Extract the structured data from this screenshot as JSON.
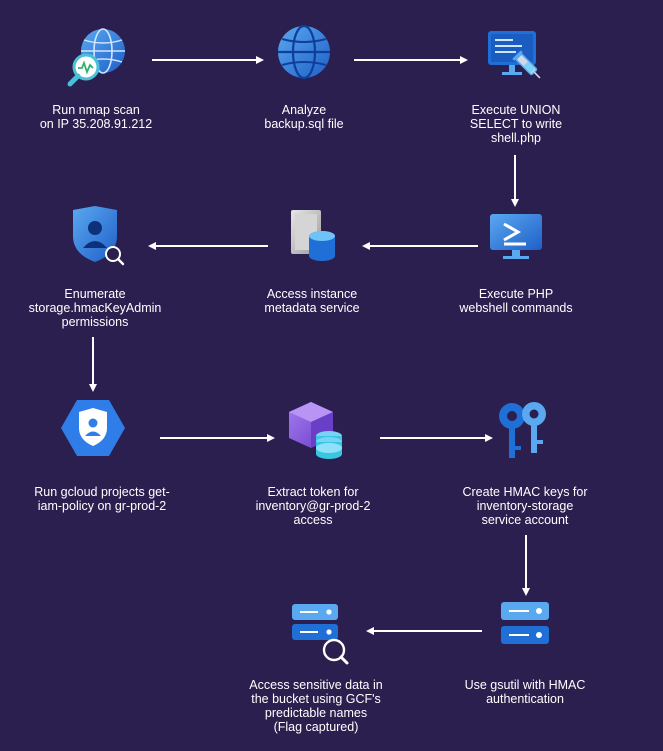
{
  "steps": [
    {
      "id": "s1",
      "label": "Run nmap scan\non IP 35.208.91.212",
      "icon": "globe-magnifier-icon"
    },
    {
      "id": "s2",
      "label": "Analyze\nbackup.sql file",
      "icon": "globe-icon"
    },
    {
      "id": "s3",
      "label": "Execute UNION\nSELECT to write\nshell.php",
      "icon": "monitor-syringe-icon"
    },
    {
      "id": "s4",
      "label": "Execute PHP\nwebshell commands",
      "icon": "terminal-monitor-icon"
    },
    {
      "id": "s5",
      "label": "Access instance\nmetadata service",
      "icon": "server-database-icon"
    },
    {
      "id": "s6",
      "label": "Enumerate\nstorage.hmacKeyAdmin\npermissions",
      "icon": "shield-user-search-icon"
    },
    {
      "id": "s7",
      "label": "Run gcloud projects get-\niam-policy on gr-prod-2",
      "icon": "hexagon-shield-user-icon"
    },
    {
      "id": "s8",
      "label": "Extract token for\ninventory@gr-prod-2\naccess",
      "icon": "cube-coins-icon"
    },
    {
      "id": "s9",
      "label": "Create HMAC keys for\ninventory-storage\nservice account",
      "icon": "keys-icon"
    },
    {
      "id": "s10",
      "label": "Use gsutil with HMAC\nauthentication",
      "icon": "server-stack-icon"
    },
    {
      "id": "s11",
      "label": "Access sensitive data in\nthe bucket using GCF's\npredictable names\n(Flag captured)",
      "icon": "server-search-icon"
    }
  ],
  "edges": [
    {
      "from": "s1",
      "to": "s2"
    },
    {
      "from": "s2",
      "to": "s3"
    },
    {
      "from": "s3",
      "to": "s4"
    },
    {
      "from": "s4",
      "to": "s5"
    },
    {
      "from": "s5",
      "to": "s6"
    },
    {
      "from": "s6",
      "to": "s7"
    },
    {
      "from": "s7",
      "to": "s8"
    },
    {
      "from": "s8",
      "to": "s9"
    },
    {
      "from": "s9",
      "to": "s10"
    },
    {
      "from": "s10",
      "to": "s11"
    }
  ],
  "colors": {
    "background": "#2a1f4e",
    "text": "#ffffff",
    "arrow": "#ffffff",
    "blue": "#1f6fd6",
    "light_blue": "#5aa8f0",
    "purple": "#7b54d6",
    "teal": "#38c6e0"
  }
}
